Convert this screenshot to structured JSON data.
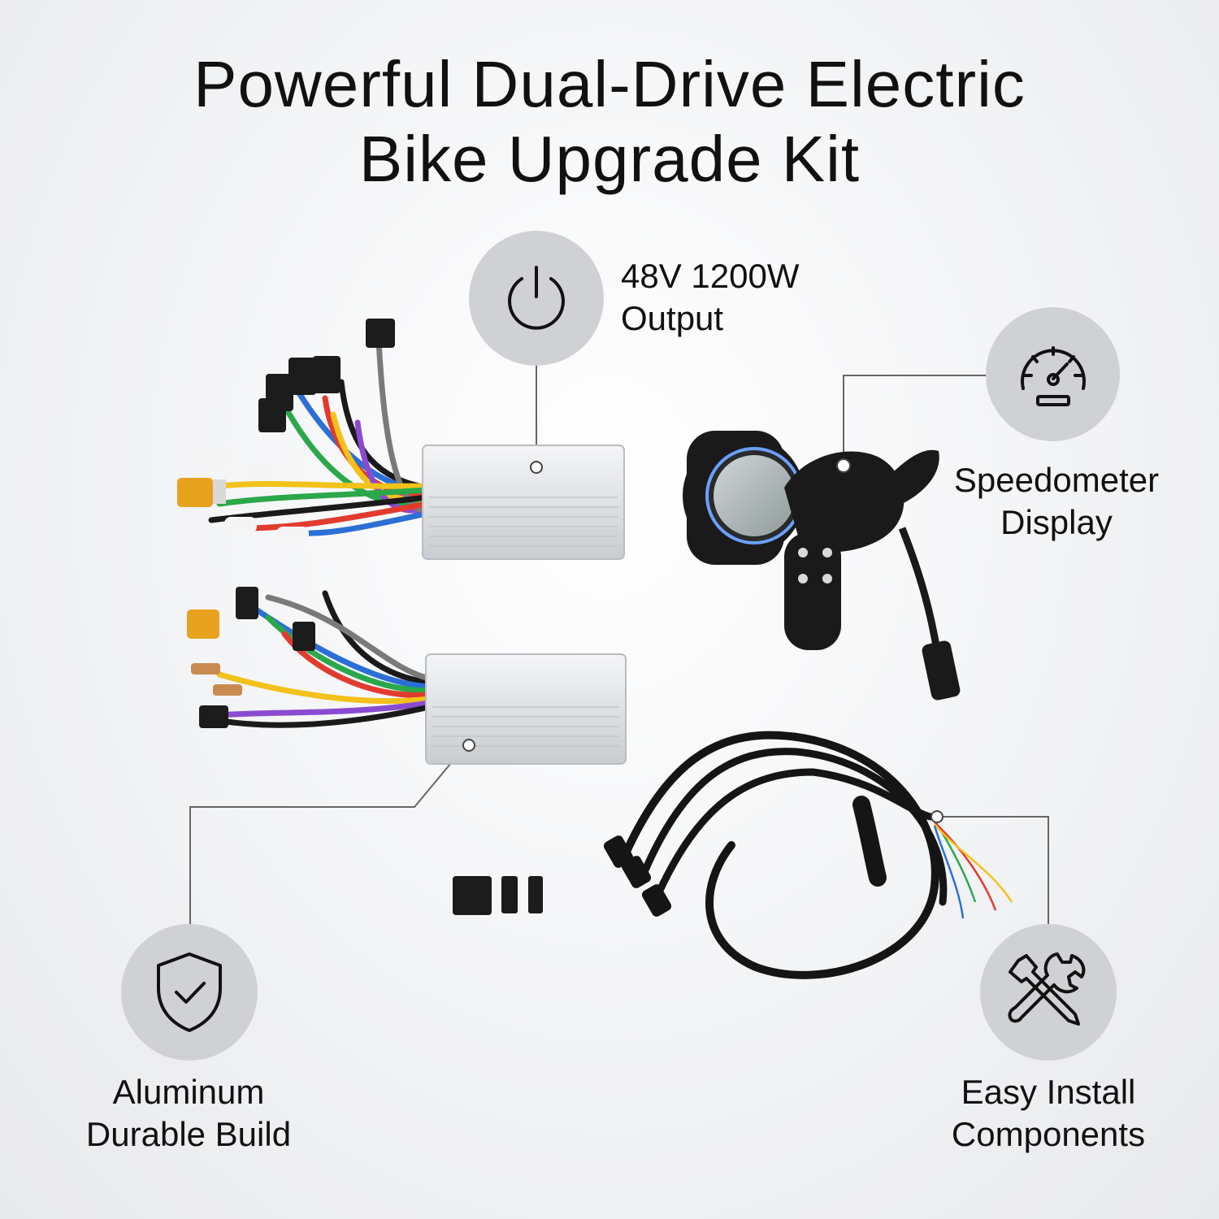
{
  "title": {
    "line1": "Powerful Dual-Drive Electric",
    "line2": "Bike Upgrade Kit"
  },
  "features": {
    "power": {
      "line1": "48V 1200W",
      "line2": "Output",
      "icon": "power-icon"
    },
    "speedometer": {
      "line1": "Speedometer",
      "line2": "Display",
      "icon": "speedometer-icon"
    },
    "aluminum": {
      "line1": "Aluminum",
      "line2": "Durable Build",
      "icon": "shield-check-icon"
    },
    "install": {
      "line1": "Easy Install",
      "line2": "Components",
      "icon": "tools-icon"
    }
  },
  "colors": {
    "badge": "#cfd1d4",
    "text": "#111111",
    "aluminum": "#e6e8eb",
    "cable": "#151515"
  }
}
